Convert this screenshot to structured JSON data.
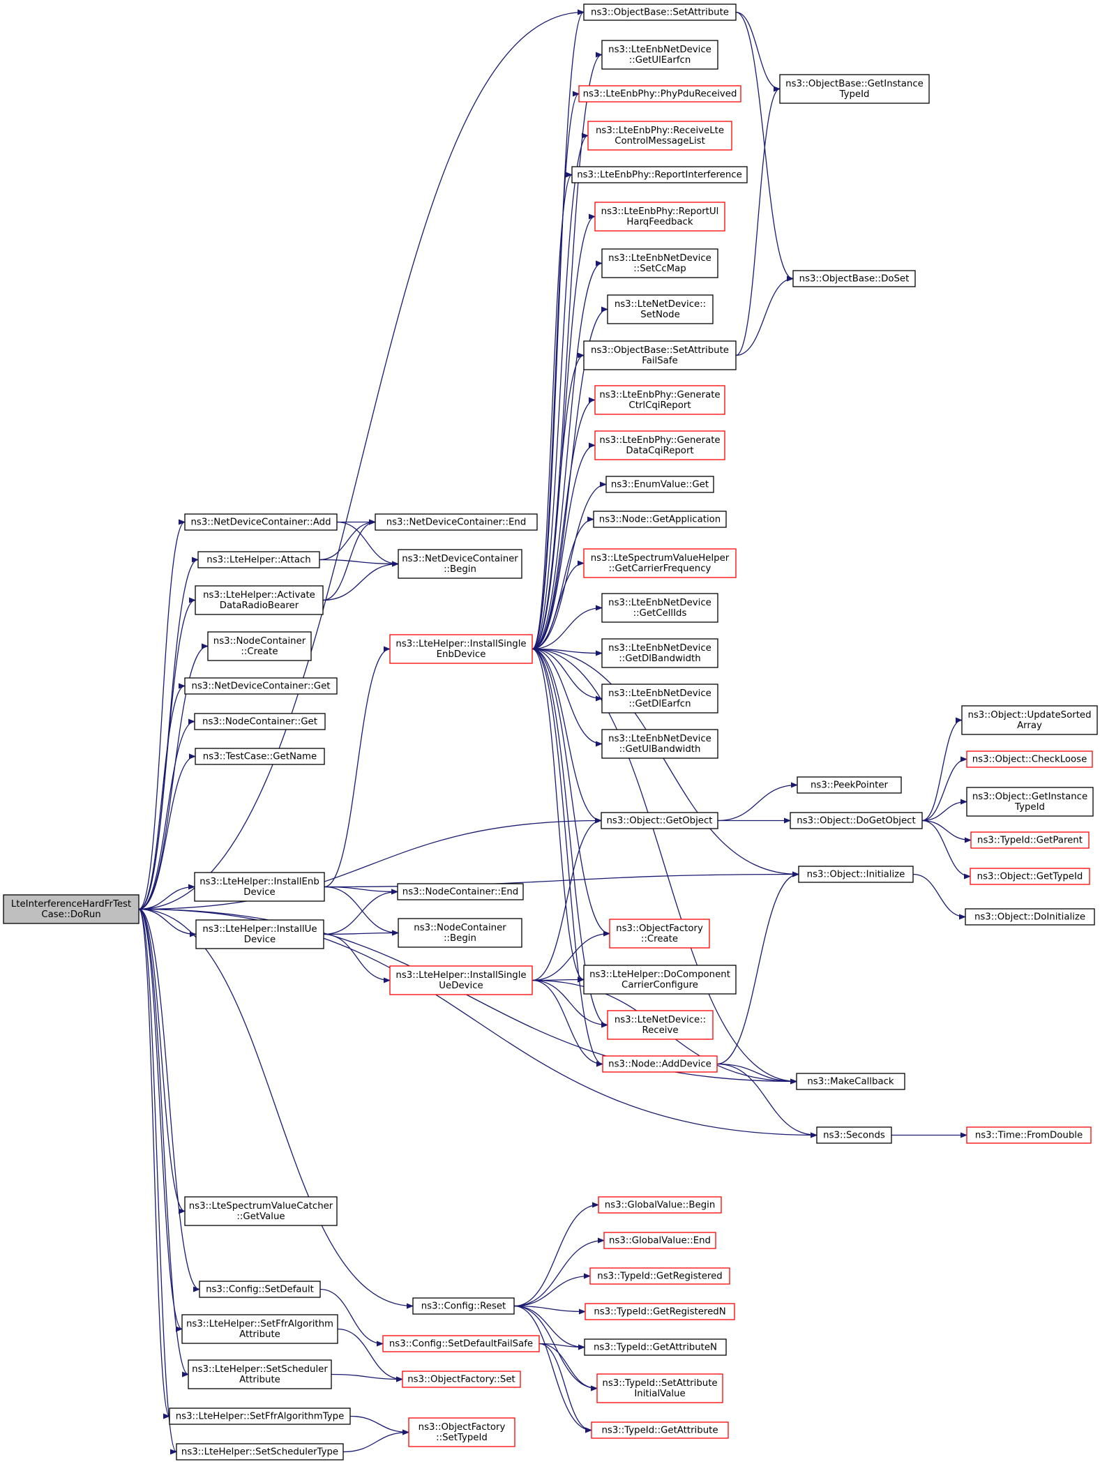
{
  "colors": {
    "edge": "#191970",
    "node_border": "#000000",
    "node_border_external": "#ff0000",
    "node_fill": "#ffffff",
    "root_fill": "#bfbfbf"
  },
  "nodes": [
    {
      "id": "root",
      "lines": [
        "LteInterferenceHardFrTest",
        "Case::DoRun"
      ],
      "style": "root"
    },
    {
      "id": "ndc_add",
      "lines": [
        "ns3::NetDeviceContainer::Add"
      ],
      "style": "normal"
    },
    {
      "id": "ndc_end",
      "lines": [
        "ns3::NetDeviceContainer::End"
      ],
      "style": "normal"
    },
    {
      "id": "lh_attach",
      "lines": [
        "ns3::LteHelper::Attach"
      ],
      "style": "normal"
    },
    {
      "id": "ndc_begin",
      "lines": [
        "ns3::NetDeviceContainer",
        "::Begin"
      ],
      "style": "normal"
    },
    {
      "id": "lh_activate",
      "lines": [
        "ns3::LteHelper::Activate",
        "DataRadioBearer"
      ],
      "style": "normal"
    },
    {
      "id": "nc_create",
      "lines": [
        "ns3::NodeContainer",
        "::Create"
      ],
      "style": "normal"
    },
    {
      "id": "ndc_get",
      "lines": [
        "ns3::NetDeviceContainer::Get"
      ],
      "style": "normal"
    },
    {
      "id": "nc_get",
      "lines": [
        "ns3::NodeContainer::Get"
      ],
      "style": "normal"
    },
    {
      "id": "tc_getname",
      "lines": [
        "ns3::TestCase::GetName"
      ],
      "style": "normal"
    },
    {
      "id": "lh_installenb",
      "lines": [
        "ns3::LteHelper::InstallEnb",
        "Device"
      ],
      "style": "normal"
    },
    {
      "id": "nc_end",
      "lines": [
        "ns3::NodeContainer::End"
      ],
      "style": "normal"
    },
    {
      "id": "lh_installue",
      "lines": [
        "ns3::LteHelper::InstallUe",
        "Device"
      ],
      "style": "normal"
    },
    {
      "id": "nc_begin",
      "lines": [
        "ns3::NodeContainer",
        "::Begin"
      ],
      "style": "normal"
    },
    {
      "id": "lsvc_getvalue",
      "lines": [
        "ns3::LteSpectrumValueCatcher",
        "::GetValue"
      ],
      "style": "normal"
    },
    {
      "id": "cfg_setdefault",
      "lines": [
        "ns3::Config::SetDefault"
      ],
      "style": "normal"
    },
    {
      "id": "lh_setffrattr",
      "lines": [
        "ns3::LteHelper::SetFfrAlgorithm",
        "Attribute"
      ],
      "style": "normal"
    },
    {
      "id": "lh_setschedattr",
      "lines": [
        "ns3::LteHelper::SetScheduler",
        "Attribute"
      ],
      "style": "normal"
    },
    {
      "id": "lh_setffrtype",
      "lines": [
        "ns3::LteHelper::SetFfrAlgorithmType"
      ],
      "style": "normal"
    },
    {
      "id": "lh_setschedtype",
      "lines": [
        "ns3::LteHelper::SetSchedulerType"
      ],
      "style": "normal"
    },
    {
      "id": "lh_installsingleenb",
      "lines": [
        "ns3::LteHelper::InstallSingle",
        "EnbDevice"
      ],
      "style": "external"
    },
    {
      "id": "lh_installsingleue",
      "lines": [
        "ns3::LteHelper::InstallSingle",
        "UeDevice"
      ],
      "style": "external"
    },
    {
      "id": "cfg_reset",
      "lines": [
        "ns3::Config::Reset"
      ],
      "style": "normal"
    },
    {
      "id": "cfg_setdefaultfs",
      "lines": [
        "ns3::Config::SetDefaultFailSafe"
      ],
      "style": "external"
    },
    {
      "id": "of_set",
      "lines": [
        "ns3::ObjectFactory::Set"
      ],
      "style": "external"
    },
    {
      "id": "of_settypeid",
      "lines": [
        "ns3::ObjectFactory",
        "::SetTypeId"
      ],
      "style": "external"
    },
    {
      "id": "ob_setattr",
      "lines": [
        "ns3::ObjectBase::SetAttribute"
      ],
      "style": "normal"
    },
    {
      "id": "lend_getulearfcn",
      "lines": [
        "ns3::LteEnbNetDevice",
        "::GetUlEarfcn"
      ],
      "style": "normal"
    },
    {
      "id": "lep_phypdu",
      "lines": [
        "ns3::LteEnbPhy::PhyPduReceived"
      ],
      "style": "external"
    },
    {
      "id": "lep_recvctrl",
      "lines": [
        "ns3::LteEnbPhy::ReceiveLte",
        "ControlMessageList"
      ],
      "style": "external"
    },
    {
      "id": "lep_reportint",
      "lines": [
        "ns3::LteEnbPhy::ReportInterference"
      ],
      "style": "normal"
    },
    {
      "id": "lep_reportul",
      "lines": [
        "ns3::LteEnbPhy::ReportUl",
        "HarqFeedback"
      ],
      "style": "external"
    },
    {
      "id": "lend_setccmap",
      "lines": [
        "ns3::LteEnbNetDevice",
        "::SetCcMap"
      ],
      "style": "normal"
    },
    {
      "id": "lnd_setnode",
      "lines": [
        "ns3::LteNetDevice::",
        "SetNode"
      ],
      "style": "normal"
    },
    {
      "id": "ob_setattrfs",
      "lines": [
        "ns3::ObjectBase::SetAttribute",
        "FailSafe"
      ],
      "style": "normal"
    },
    {
      "id": "lep_genctrl",
      "lines": [
        "ns3::LteEnbPhy::Generate",
        "CtrlCqiReport"
      ],
      "style": "external"
    },
    {
      "id": "lep_gendata",
      "lines": [
        "ns3::LteEnbPhy::Generate",
        "DataCqiReport"
      ],
      "style": "external"
    },
    {
      "id": "ev_get",
      "lines": [
        "ns3::EnumValue::Get"
      ],
      "style": "normal"
    },
    {
      "id": "node_getapp",
      "lines": [
        "ns3::Node::GetApplication"
      ],
      "style": "normal"
    },
    {
      "id": "lsvh_getcarrier",
      "lines": [
        "ns3::LteSpectrumValueHelper",
        "::GetCarrierFrequency"
      ],
      "style": "external"
    },
    {
      "id": "lend_getcellids",
      "lines": [
        "ns3::LteEnbNetDevice",
        "::GetCellIds"
      ],
      "style": "normal"
    },
    {
      "id": "lend_getdlbw",
      "lines": [
        "ns3::LteEnbNetDevice",
        "::GetDlBandwidth"
      ],
      "style": "normal"
    },
    {
      "id": "lend_getdlearfcn",
      "lines": [
        "ns3::LteEnbNetDevice",
        "::GetDlEarfcn"
      ],
      "style": "normal"
    },
    {
      "id": "lend_getulbw",
      "lines": [
        "ns3::LteEnbNetDevice",
        "::GetUlBandwidth"
      ],
      "style": "normal"
    },
    {
      "id": "obj_getobject",
      "lines": [
        "ns3::Object::GetObject"
      ],
      "style": "normal"
    },
    {
      "id": "of_create",
      "lines": [
        "ns3::ObjectFactory",
        "::Create"
      ],
      "style": "external"
    },
    {
      "id": "lh_docc",
      "lines": [
        "ns3::LteHelper::DoComponent",
        "CarrierConfigure"
      ],
      "style": "normal"
    },
    {
      "id": "lnd_receive",
      "lines": [
        "ns3::LteNetDevice::",
        "Receive"
      ],
      "style": "external"
    },
    {
      "id": "node_adddevice",
      "lines": [
        "ns3::Node::AddDevice"
      ],
      "style": "external"
    },
    {
      "id": "makecallback",
      "lines": [
        "ns3::MakeCallback"
      ],
      "style": "normal"
    },
    {
      "id": "seconds",
      "lines": [
        "ns3::Seconds"
      ],
      "style": "normal"
    },
    {
      "id": "gv_begin",
      "lines": [
        "ns3::GlobalValue::Begin"
      ],
      "style": "external"
    },
    {
      "id": "gv_end",
      "lines": [
        "ns3::GlobalValue::End"
      ],
      "style": "external"
    },
    {
      "id": "tid_getreg",
      "lines": [
        "ns3::TypeId::GetRegistered"
      ],
      "style": "external"
    },
    {
      "id": "tid_getregn",
      "lines": [
        "ns3::TypeId::GetRegisteredN"
      ],
      "style": "external"
    },
    {
      "id": "tid_getattrn",
      "lines": [
        "ns3::TypeId::GetAttributeN"
      ],
      "style": "normal"
    },
    {
      "id": "tid_setattrinit",
      "lines": [
        "ns3::TypeId::SetAttribute",
        "InitialValue"
      ],
      "style": "external"
    },
    {
      "id": "tid_getattr",
      "lines": [
        "ns3::TypeId::GetAttribute"
      ],
      "style": "external"
    },
    {
      "id": "ob_getinstance",
      "lines": [
        "ns3::ObjectBase::GetInstance",
        "TypeId"
      ],
      "style": "normal"
    },
    {
      "id": "ob_doset",
      "lines": [
        "ns3::ObjectBase::DoSet"
      ],
      "style": "normal"
    },
    {
      "id": "peekpointer",
      "lines": [
        "ns3::PeekPointer"
      ],
      "style": "normal"
    },
    {
      "id": "obj_dogetobject",
      "lines": [
        "ns3::Object::DoGetObject"
      ],
      "style": "normal"
    },
    {
      "id": "obj_initialize",
      "lines": [
        "ns3::Object::Initialize"
      ],
      "style": "normal"
    },
    {
      "id": "time_fromdouble",
      "lines": [
        "ns3::Time::FromDouble"
      ],
      "style": "external"
    },
    {
      "id": "obj_updatesorted",
      "lines": [
        "ns3::Object::UpdateSorted",
        "Array"
      ],
      "style": "normal"
    },
    {
      "id": "obj_checkloose",
      "lines": [
        "ns3::Object::CheckLoose"
      ],
      "style": "external"
    },
    {
      "id": "obj_getinstance",
      "lines": [
        "ns3::Object::GetInstance",
        "TypeId"
      ],
      "style": "normal"
    },
    {
      "id": "tid_getparent",
      "lines": [
        "ns3::TypeId::GetParent"
      ],
      "style": "external"
    },
    {
      "id": "obj_gettypeid",
      "lines": [
        "ns3::Object::GetTypeId"
      ],
      "style": "external"
    },
    {
      "id": "obj_doinitialize",
      "lines": [
        "ns3::Object::DoInitialize"
      ],
      "style": "normal"
    }
  ]
}
